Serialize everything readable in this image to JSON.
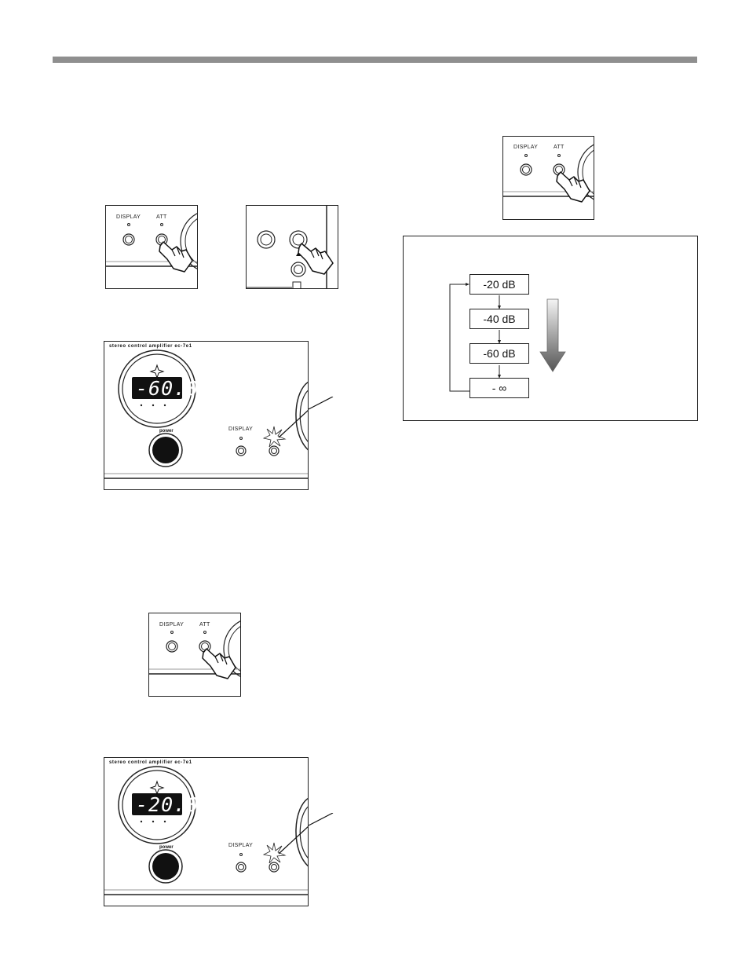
{
  "panels": {
    "button_closeup": {
      "display_label": "DISPLAY",
      "att_label": "ATT"
    },
    "front_panel_a": {
      "brand": "stereo control amplifier ec-7e1",
      "readout": "-60.0",
      "power_label": "power",
      "display_label": "DISPLAY"
    },
    "front_panel_b": {
      "brand": "stereo control amplifier ec-7e1",
      "readout": "-20.0",
      "power_label": "power",
      "display_label": "DISPLAY"
    }
  },
  "attenuation_cycle": {
    "steps": [
      "-20 dB",
      "-40 dB",
      "-60 dB",
      "- ∞"
    ]
  }
}
